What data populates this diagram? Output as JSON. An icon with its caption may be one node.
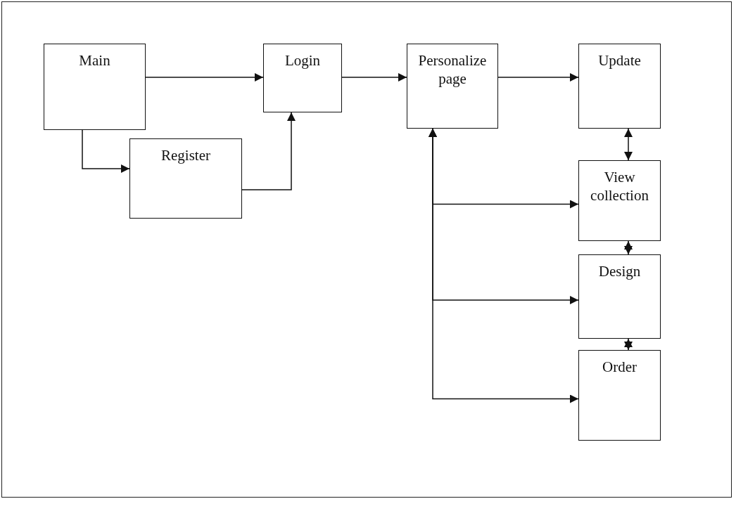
{
  "diagram": {
    "nodes": [
      {
        "text": [
          "Main"
        ]
      },
      {
        "text": [
          "Login"
        ]
      },
      {
        "text": [
          "Personalize page"
        ]
      },
      {
        "text": [
          "Update"
        ]
      },
      {
        "text": [
          "Register"
        ]
      },
      {
        "text": [
          "View collection"
        ]
      },
      {
        "text": [
          "Design"
        ]
      },
      {
        "text": [
          "Order"
        ]
      }
    ],
    "edges": [
      {
        "from": 0,
        "to": 1,
        "arrow": "to"
      },
      {
        "from": 0,
        "to": 4,
        "arrow": "to"
      },
      {
        "from": 4,
        "to": 1,
        "arrow": "to"
      },
      {
        "from": 1,
        "to": 2,
        "arrow": "to"
      },
      {
        "from": 2,
        "to": 3,
        "arrow": "to"
      },
      {
        "from": 3,
        "to": 5,
        "arrow": "both"
      },
      {
        "from": 5,
        "to": 6,
        "arrow": "both"
      },
      {
        "from": 6,
        "to": 7,
        "arrow": "both"
      },
      {
        "from": 2,
        "to": 5,
        "arrow": "both"
      },
      {
        "from": 2,
        "to": 6,
        "arrow": "both"
      },
      {
        "from": 2,
        "to": 7,
        "arrow": "both"
      }
    ]
  }
}
